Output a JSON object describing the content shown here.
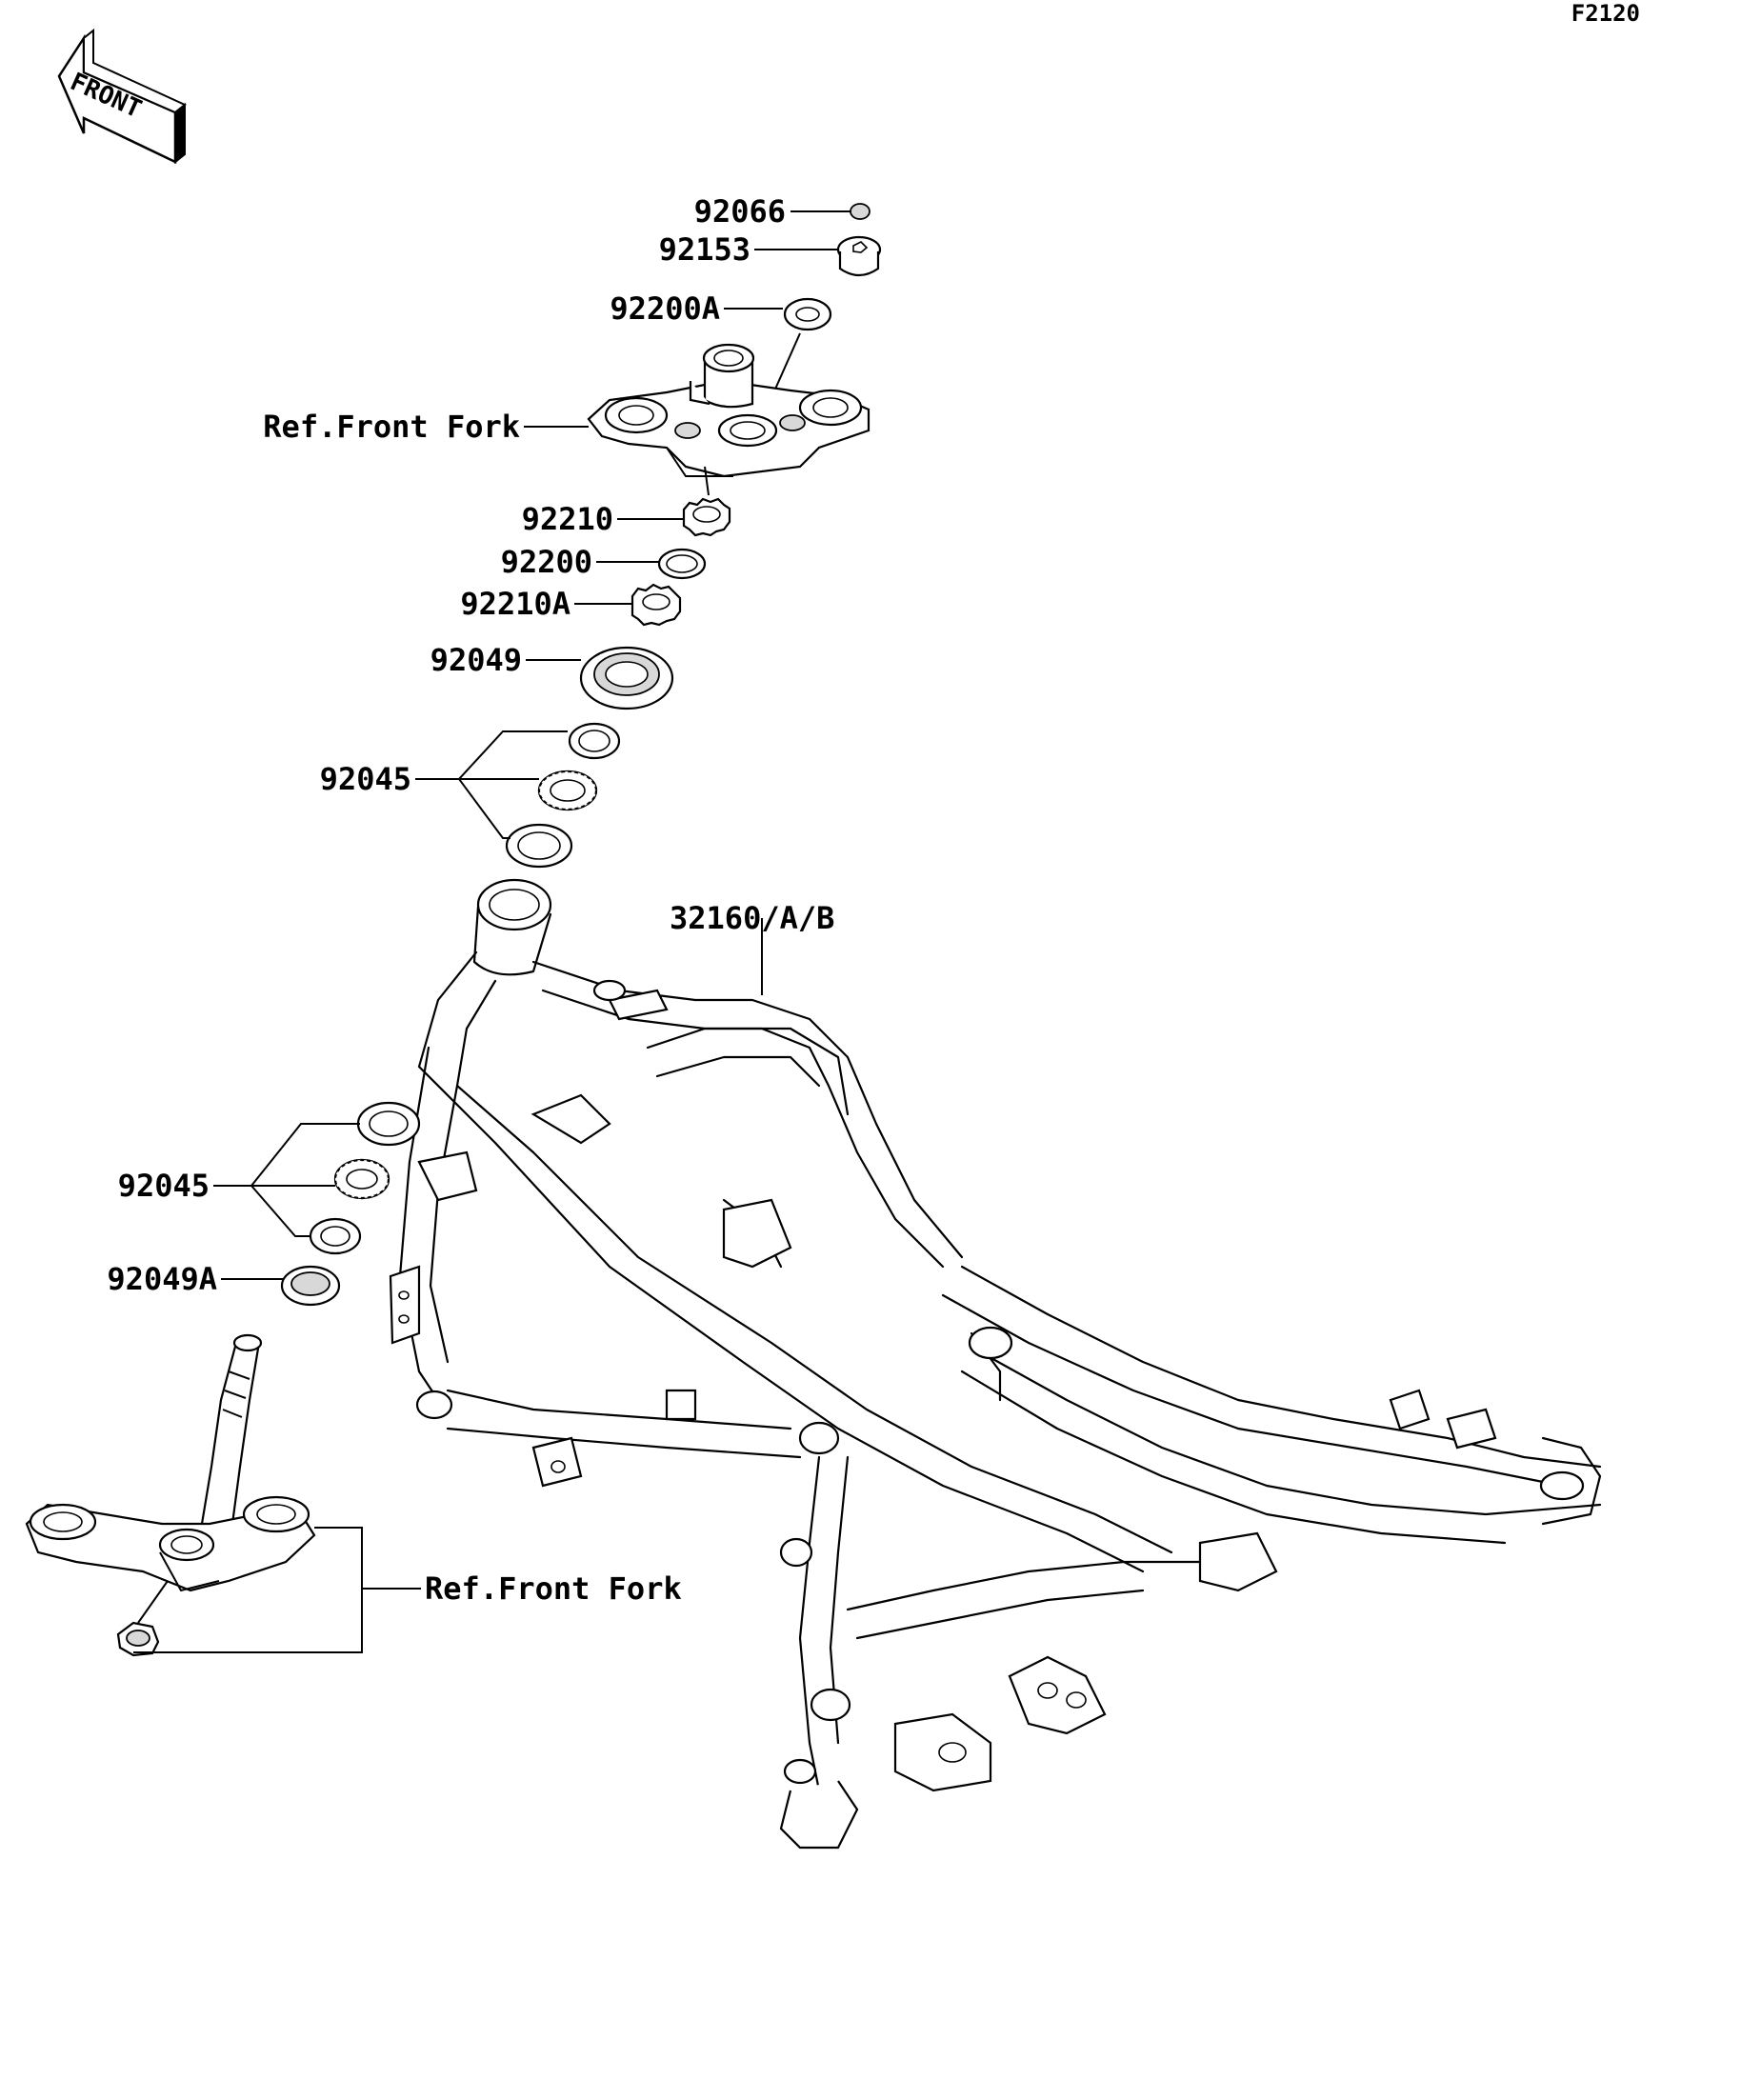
{
  "diagram_code": "F2120",
  "front_arrow": {
    "text": "FRONT",
    "icon": "front-direction-arrow-icon"
  },
  "callouts": {
    "p92066": "92066",
    "p92153": "92153",
    "p92200A": "92200A",
    "ref_front_fork_top": "Ref.Front Fork",
    "p92210": "92210",
    "p92200": "92200",
    "p92210A": "92210A",
    "p92049": "92049",
    "p92045_upper": "92045",
    "p32160": "32160/A/B",
    "p92045_lower": "92045",
    "p92049A": "92049A",
    "ref_front_fork_bottom": "Ref.Front Fork"
  }
}
